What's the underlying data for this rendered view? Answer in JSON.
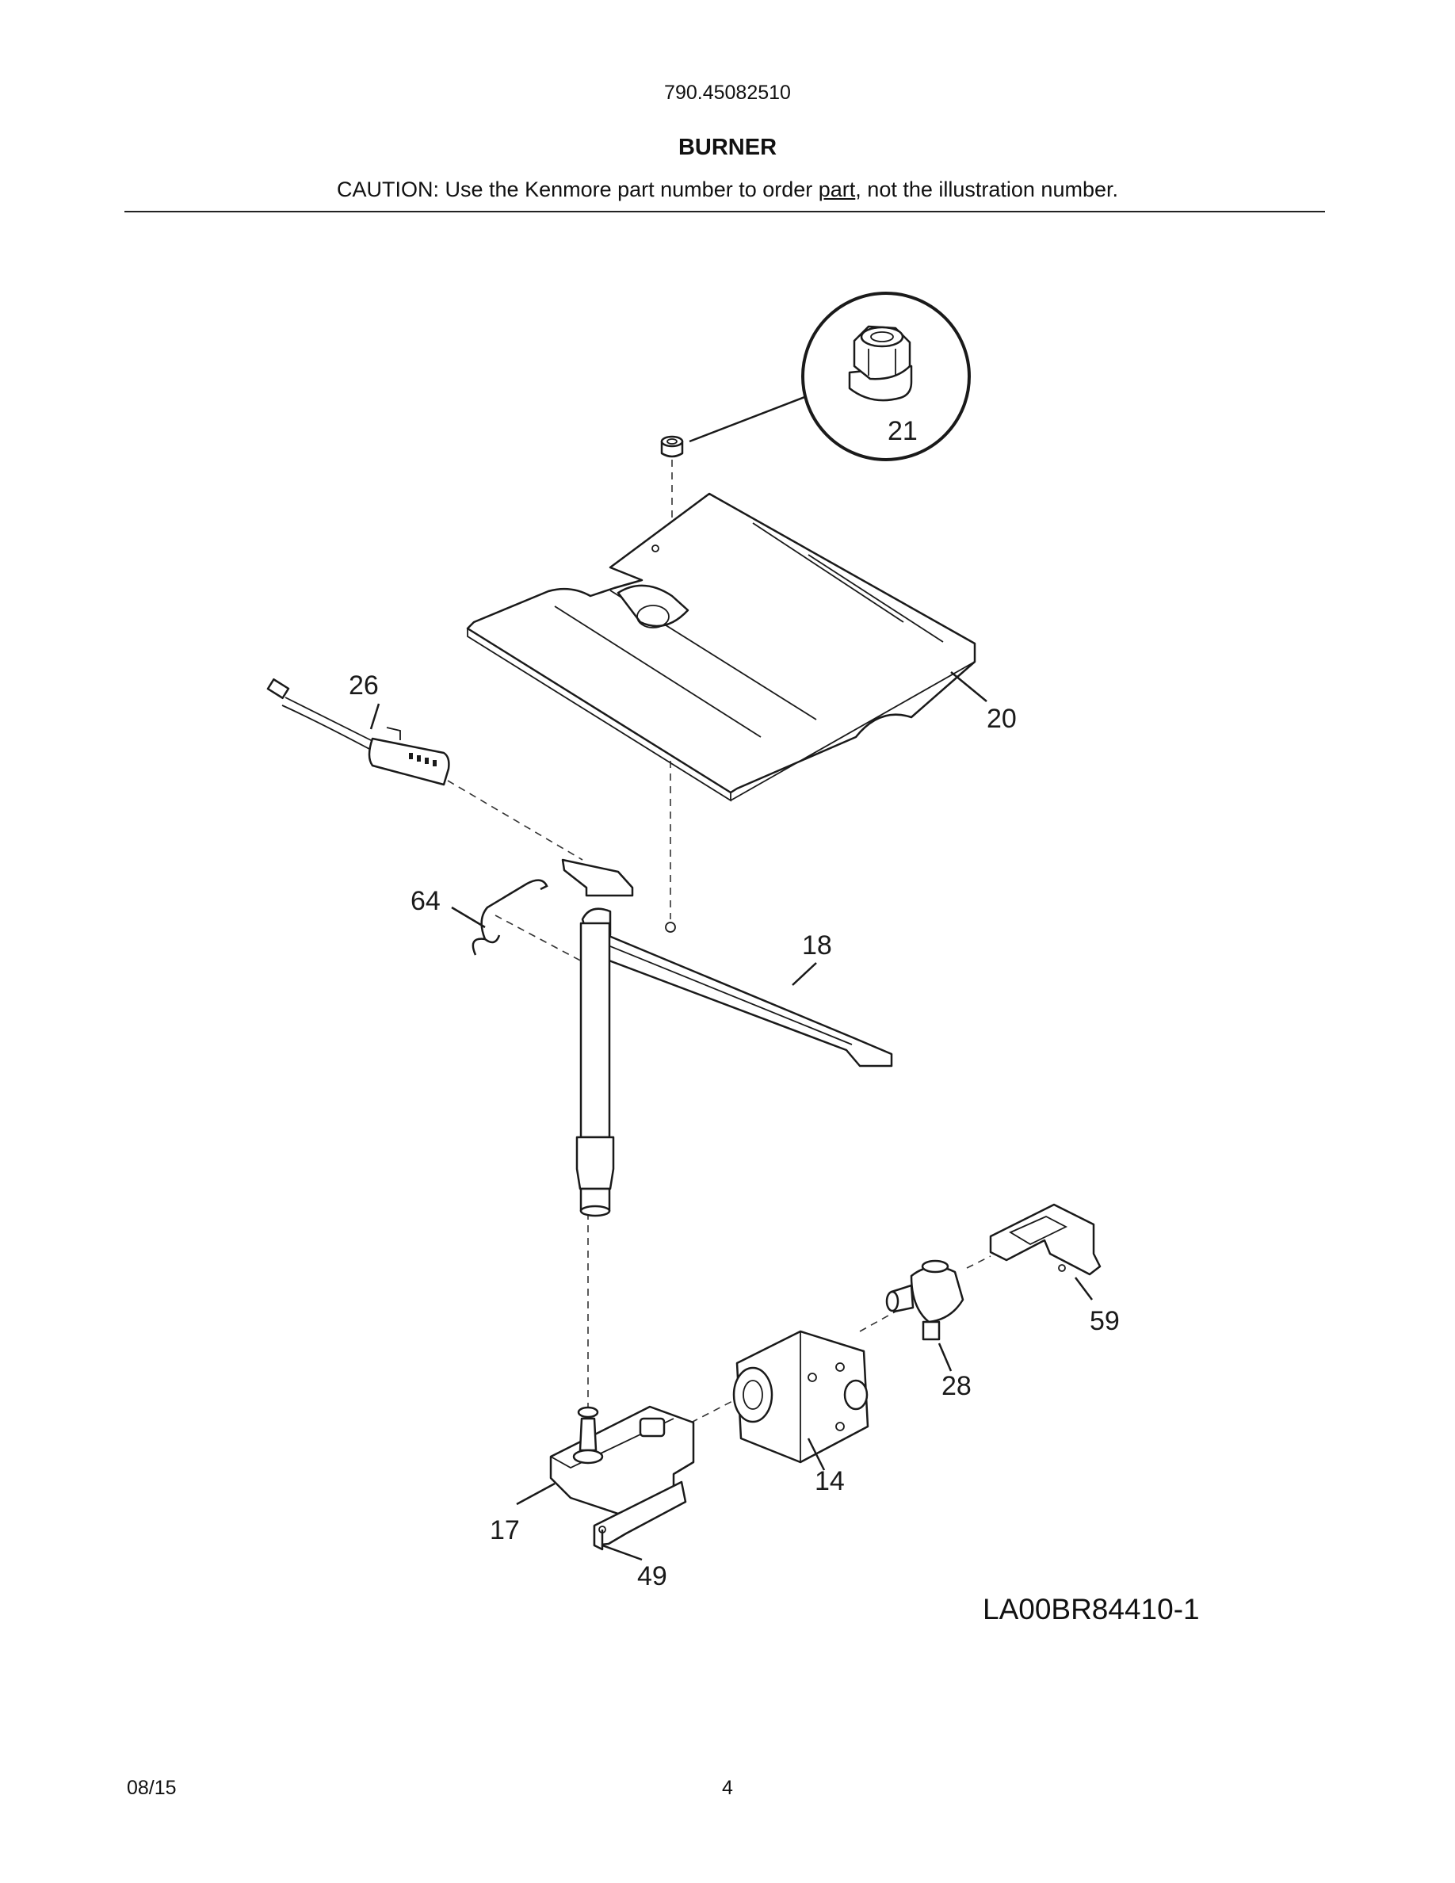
{
  "header": {
    "model_number": "790.45082510",
    "section_title": "BURNER",
    "caution_prefix": "CAUTION: Use the Kenmore part number to order ",
    "caution_underlined": "part",
    "caution_suffix": ", not the illustration number."
  },
  "diagram": {
    "labels": {
      "p21": "21",
      "p20": "20",
      "p26": "26",
      "p64": "64",
      "p18": "18",
      "p59": "59",
      "p28": "28",
      "p14": "14",
      "p17": "17",
      "p49": "49"
    },
    "figure_id": "LA00BR84410-1"
  },
  "footer": {
    "date": "08/15",
    "page_number": "4"
  }
}
